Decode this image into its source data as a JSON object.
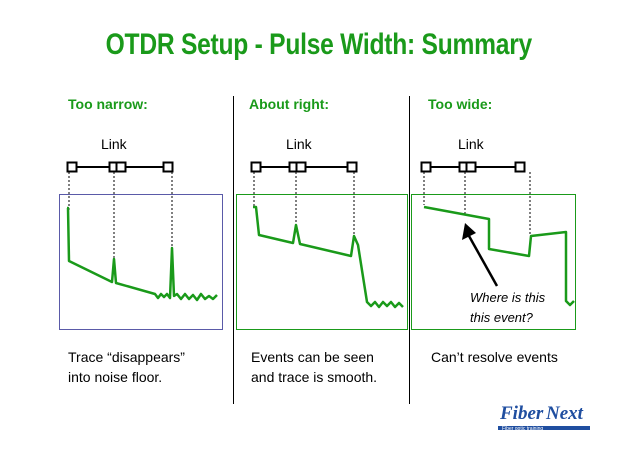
{
  "title": "OTDR Setup - Pulse Width: Summary",
  "panels": [
    {
      "heading": "Too narrow:",
      "link_label": "Link",
      "caption_line1": "Trace “disappears”",
      "caption_line2": "into noise floor."
    },
    {
      "heading": "About right:",
      "link_label": "Link",
      "caption_line1": "Events can be seen",
      "caption_line2": "and trace is smooth."
    },
    {
      "heading": "Too wide:",
      "link_label": "Link",
      "caption_line1": "Can’t resolve events",
      "caption_line2": "",
      "annotation_line1": "Where is this",
      "annotation_line2": "this event?"
    }
  ],
  "colors": {
    "title": "#1a9a1a",
    "trace": "#1a9a1a",
    "heading": "#1a9a1a",
    "panel_border_narrow": "#5a5aa8",
    "panel_border": "#1a9a1a"
  },
  "logo": {
    "text_part1": "Fiber",
    "text_part2": "Next",
    "tagline": "Fiber optic training"
  }
}
